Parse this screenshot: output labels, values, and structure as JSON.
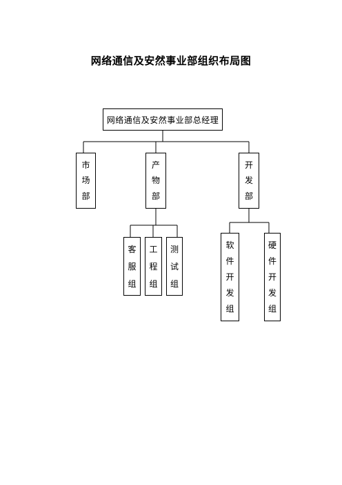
{
  "title": "网络通信及安然事业部组织布局图",
  "general_manager": "网络通信及安然事业部总经理",
  "departments": [
    {
      "id": "market",
      "chars": [
        "市",
        "场",
        "部"
      ]
    },
    {
      "id": "product",
      "chars": [
        "产",
        "物",
        "部"
      ]
    },
    {
      "id": "dev",
      "chars": [
        "开",
        "发",
        "部"
      ]
    }
  ],
  "product_groups": [
    {
      "id": "customer-service",
      "chars": [
        "客",
        "服",
        "组"
      ]
    },
    {
      "id": "engineering",
      "chars": [
        "工",
        "程",
        "组"
      ]
    },
    {
      "id": "testing",
      "chars": [
        "测",
        "试",
        "组"
      ]
    }
  ],
  "dev_groups": [
    {
      "id": "software-dev",
      "chars": [
        "软",
        "件",
        "开",
        "发",
        "组"
      ]
    },
    {
      "id": "hardware-dev",
      "chars": [
        "硬",
        "件",
        "开",
        "发",
        "组"
      ]
    }
  ]
}
